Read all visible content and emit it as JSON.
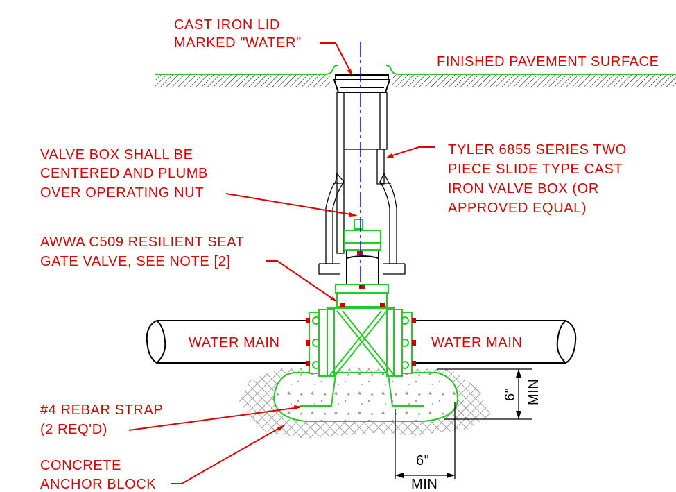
{
  "labels": {
    "lid_line1": "CAST IRON LID",
    "lid_line2": "MARKED \"WATER\"",
    "pavement": "FINISHED PAVEMENT SURFACE",
    "centering_line1": "VALVE BOX SHALL BE",
    "centering_line2": "CENTERED AND PLUMB",
    "centering_line3": "OVER OPERATING NUT",
    "box_line1": "TYLER 6855 SERIES TWO",
    "box_line2": "PIECE SLIDE TYPE CAST",
    "box_line3": "IRON VALVE BOX (OR",
    "box_line4": "APPROVED EQUAL)",
    "valve_line1": "AWWA C509 RESILIENT SEAT",
    "valve_line2": "GATE VALVE, SEE NOTE [2]",
    "main_left": "WATER MAIN",
    "main_right": "WATER MAIN",
    "rebar_line1": "#4 REBAR STRAP",
    "rebar_line2": "(2 REQ'D)",
    "anchor_line1": "CONCRETE",
    "anchor_line2": "ANCHOR BLOCK"
  },
  "dimensions": {
    "vertical_value": "6\"",
    "vertical_min": "MIN",
    "horizontal_value": "6\"",
    "horizontal_min": "MIN"
  },
  "colors": {
    "label": "#e00000",
    "valve_and_concrete": "#22cc22",
    "centerline": "#0000ee",
    "bolts": "#cc0000",
    "outline": "#000000"
  }
}
